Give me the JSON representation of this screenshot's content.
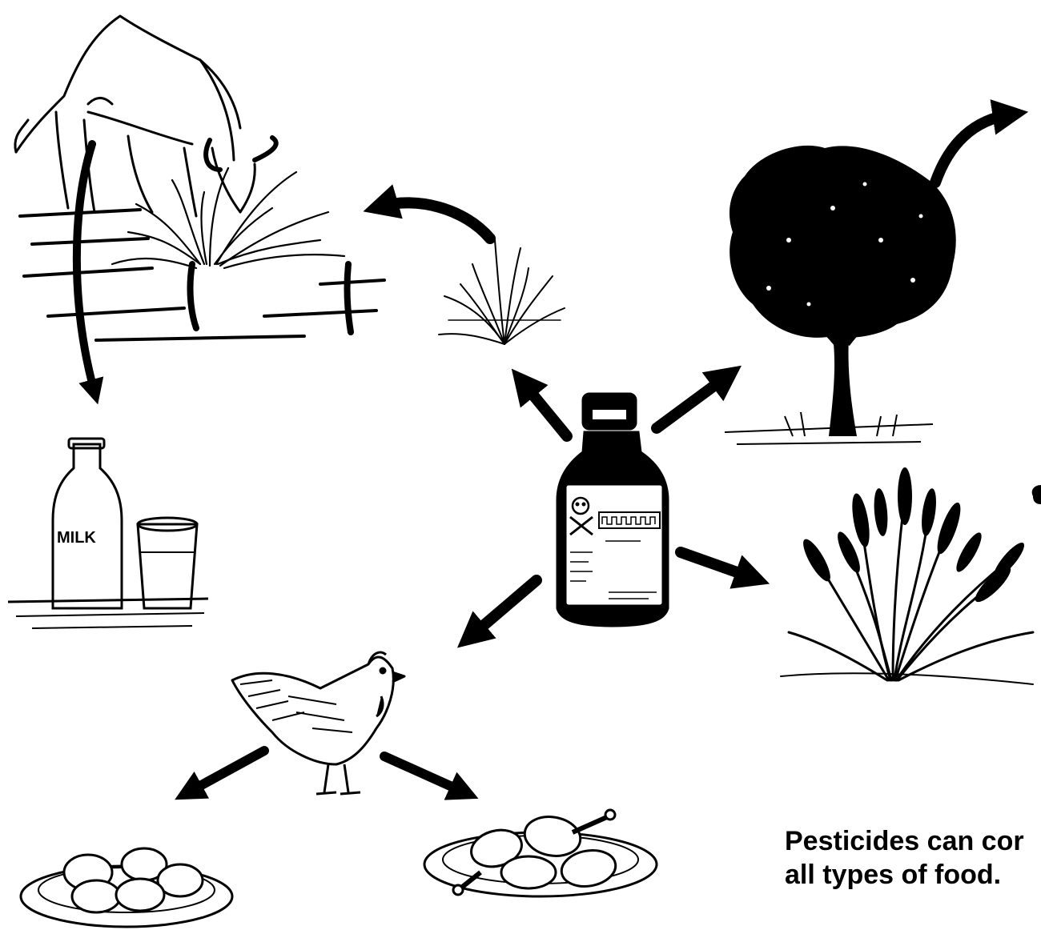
{
  "caption": {
    "line1": "Pesticides can cor",
    "line2": "all types of food."
  },
  "milk_bottle_label": "MILK",
  "nodes": [
    {
      "name": "pesticide-bottle-icon",
      "depicts": "pesticide bottle with skull and crossbones"
    },
    {
      "name": "cow-icon",
      "depicts": "cow grazing grass"
    },
    {
      "name": "grass-icon",
      "depicts": "grass tuft"
    },
    {
      "name": "milk-icon",
      "depicts": "milk bottle and glass"
    },
    {
      "name": "tree-icon",
      "depicts": "tree"
    },
    {
      "name": "crop-icon",
      "depicts": "wheat crop"
    },
    {
      "name": "chicken-icon",
      "depicts": "chicken"
    },
    {
      "name": "eggs-icon",
      "depicts": "plate of eggs"
    },
    {
      "name": "chicken-meat-icon",
      "depicts": "plate of chicken legs"
    }
  ],
  "colors": {
    "ink": "#000000",
    "paper": "#ffffff"
  }
}
